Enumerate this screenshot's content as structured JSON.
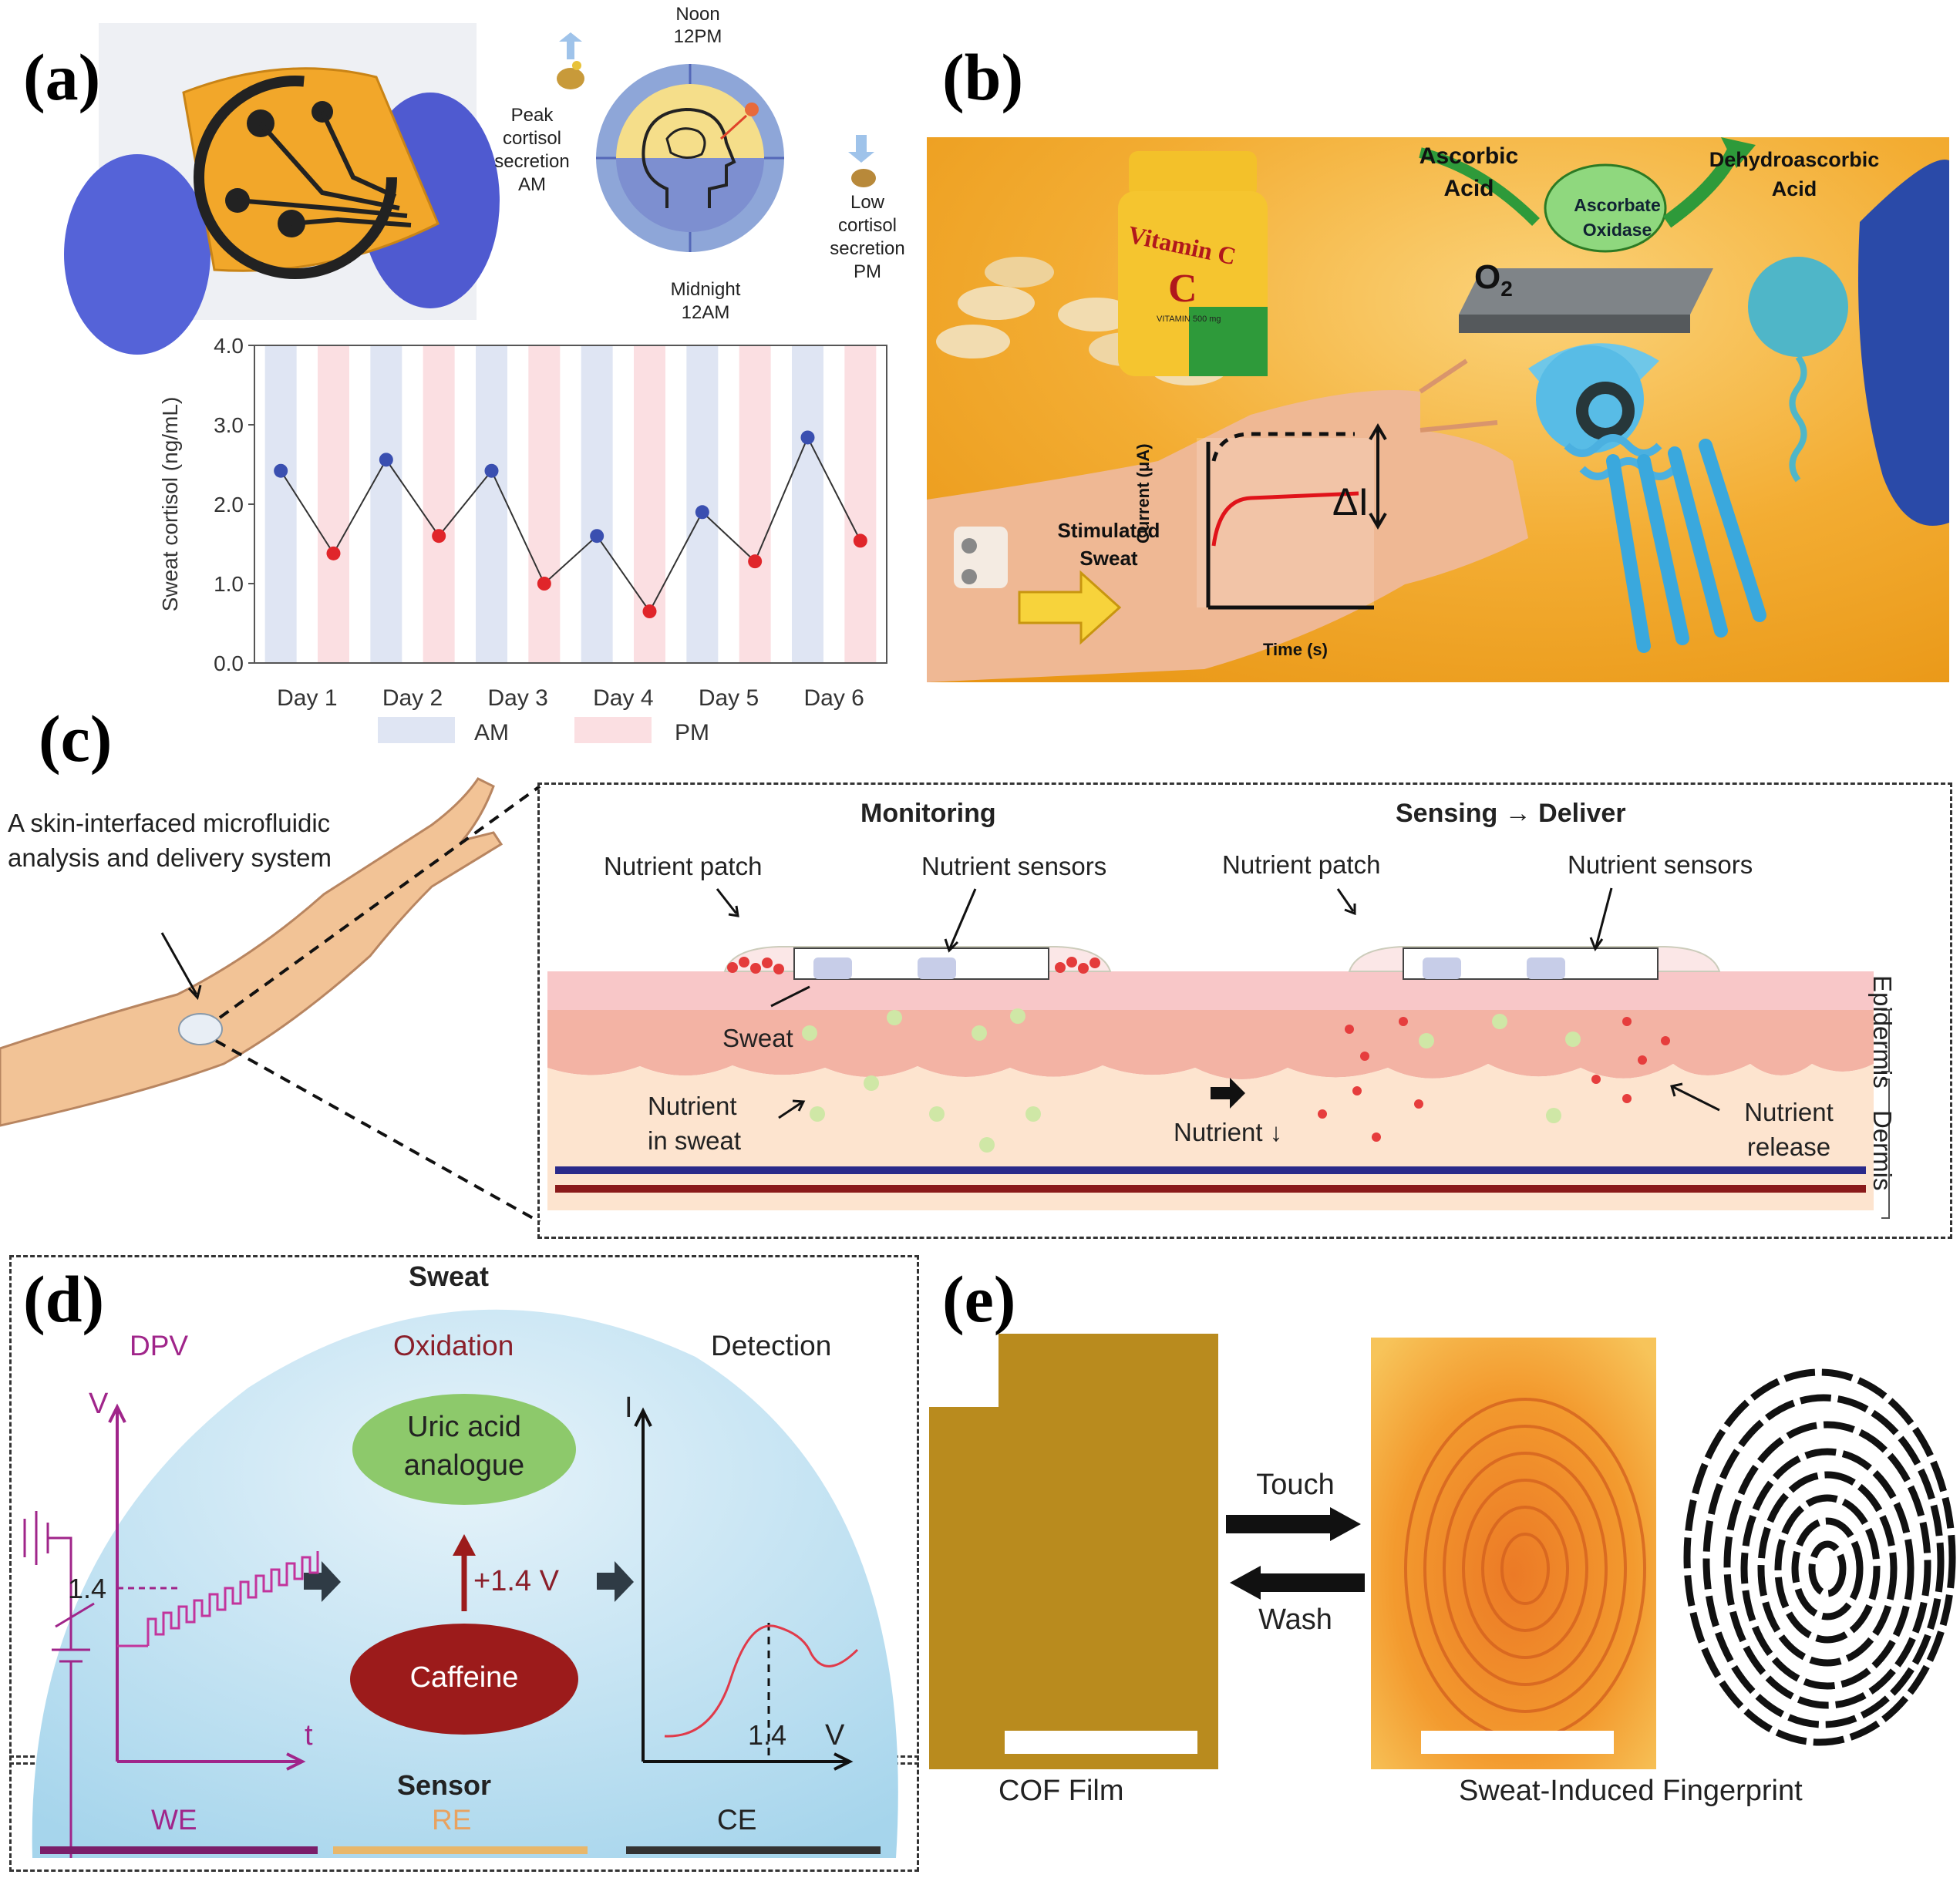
{
  "panels": {
    "a": {
      "label": "(a)",
      "noon": "Noon",
      "noon_time": "12PM",
      "midnight": "Midnight",
      "midnight_time": "12AM",
      "peak": [
        "Peak",
        "cortisol",
        "secretion",
        "AM"
      ],
      "low": [
        "Low",
        "cortisol",
        "secretion",
        "PM"
      ]
    },
    "b": {
      "label": "(b)",
      "ascorbic": [
        "Ascorbic",
        "Acid"
      ],
      "dehydro": [
        "Dehydroascorbic",
        "Acid"
      ],
      "oxidase": [
        "Ascorbate",
        "Oxidase"
      ],
      "o2": "O",
      "o2_sub": "2",
      "vitamin": "Vitamin C",
      "vitamin_letter": "C",
      "vitamin_dose": "VITAMIN 500 mg",
      "stimulated": [
        "Stimulated",
        "Sweat"
      ],
      "current_label": "Current (μA)",
      "time_label": "Time (s)",
      "delta": "ΔI"
    },
    "c": {
      "label": "(c)",
      "system": [
        "A skin-interfaced microfluidic",
        "analysis and delivery system"
      ],
      "monitoring": "Monitoring",
      "sensing": "Sensing → Deliver",
      "patch_left": "Nutrient patch",
      "sensors_left": "Nutrient sensors",
      "patch_right": "Nutrient patch",
      "sensors_right": "Nutrient sensors",
      "sweat": "Sweat",
      "nutrient_sweat": [
        "Nutrient",
        "in sweat"
      ],
      "nutrient_down": "Nutrient ↓",
      "nutrient_release": [
        "Nutrient",
        "release"
      ],
      "epidermis": "Epidermis",
      "dermis": "Dermis"
    },
    "d": {
      "label": "(d)",
      "sweat": "Sweat",
      "dpv": "DPV",
      "oxidation": "Oxidation",
      "detection": "Detection",
      "uric": [
        "Uric acid",
        "analogue"
      ],
      "caffeine": "Caffeine",
      "voltage": "+1.4 V",
      "v_axis": "V",
      "t_axis": "t",
      "v_tick": "1.4",
      "i_axis": "I",
      "x_tick": "1.4",
      "x_axis": "V",
      "sensor": "Sensor",
      "we": "WE",
      "re": "RE",
      "ce": "CE"
    },
    "e": {
      "label": "(e)",
      "touch": "Touch",
      "wash": "Wash",
      "cof": "COF Film",
      "fingerprint": "Sweat-Induced Fingerprint"
    }
  },
  "chart_data": {
    "type": "line",
    "categories": [
      "Day 1",
      "Day 2",
      "Day 3",
      "Day 4",
      "Day 5",
      "Day 6"
    ],
    "ylabel": "Sweat cortisol (ng/mL)",
    "ylim": [
      0,
      4
    ],
    "yticks": [
      "0.0",
      "1.0",
      "2.0",
      "3.0",
      "4.0"
    ],
    "legend": [
      "AM",
      "PM"
    ],
    "colors": {
      "am": "#3a4fb0",
      "pm": "#e0252a",
      "am_band": "#dfe5f3",
      "pm_band": "#fbdfe2"
    },
    "series": [
      {
        "name": "AM",
        "values": [
          2.42,
          2.56,
          2.42,
          1.6,
          1.9,
          2.84
        ]
      },
      {
        "name": "PM",
        "values": [
          1.38,
          1.6,
          1.0,
          0.65,
          1.28,
          1.54
        ]
      }
    ]
  }
}
